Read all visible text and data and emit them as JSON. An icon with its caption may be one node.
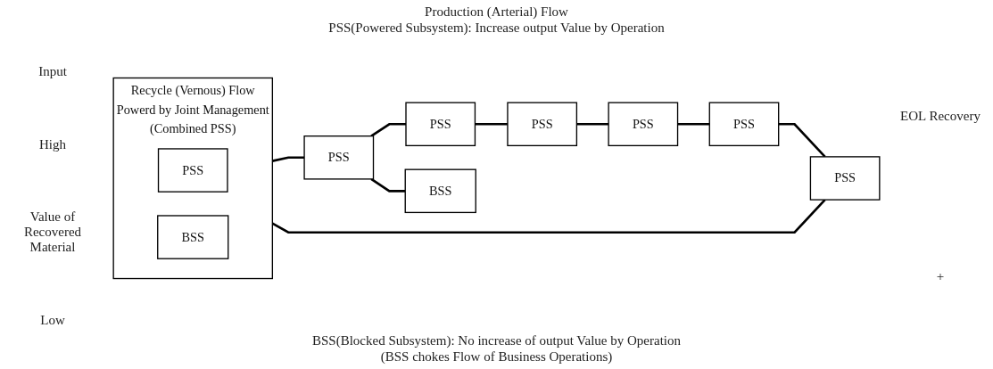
{
  "diagram": {
    "nodes": [
      {
        "text": [
          "PSS"
        ]
      },
      {
        "text": [
          "PSS"
        ]
      },
      {
        "text": [
          "PSS"
        ]
      },
      {
        "text": [
          "PSS"
        ]
      },
      {
        "text": [
          "PSS"
        ]
      },
      {
        "text": [
          "Recycle (Vernous) Flow",
          "Powerd by Joint Management",
          "(Combined PSS)"
        ]
      },
      {
        "text": [
          "PSS"
        ],
        "in": 5
      },
      {
        "text": [
          "BSS"
        ],
        "in": 5
      },
      {
        "text": [
          "PSS"
        ]
      },
      {
        "text": [
          "BSS"
        ]
      }
    ],
    "edges": [
      {
        "from": 3,
        "to": 0,
        "arrow": "none"
      },
      {
        "from": 0,
        "to": 1,
        "arrow": "none"
      },
      {
        "from": 1,
        "to": 2,
        "arrow": "none"
      },
      {
        "from": 2,
        "to": 4,
        "arrow": "none"
      },
      {
        "from": 4,
        "to": 5,
        "arrow": "none"
      },
      {
        "from": 5,
        "to": 8,
        "arrow": "none"
      },
      {
        "from": 8,
        "to": 3,
        "arrow": "none"
      },
      {
        "from": 8,
        "to": 9,
        "arrow": "none"
      }
    ],
    "labels": [
      "Production (Arterial) Flow",
      "Input",
      "PSS(Powered Subsystem): Increase output Value by Operation",
      "EOL Recovery",
      "High",
      "Value of Recovered Material",
      "+",
      "Low",
      "BSS(Blocked Subsystem): No increase of output Value by Operation",
      "(BSS chokes Flow of Business Operations)"
    ]
  }
}
